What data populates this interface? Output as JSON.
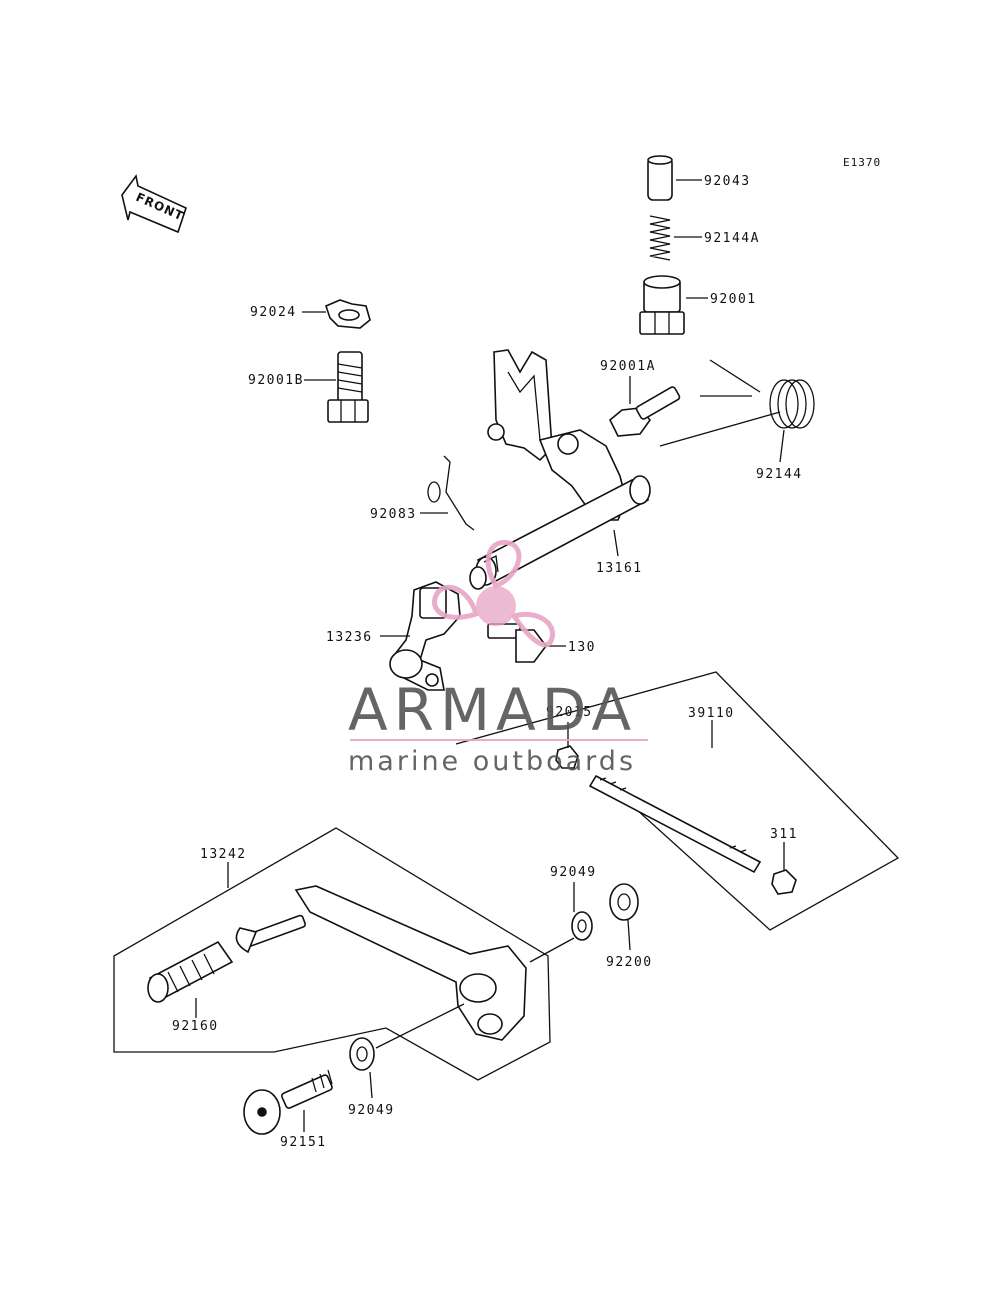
{
  "diagram": {
    "code": "E1370",
    "direction_label": "FRONT",
    "parts": {
      "p92043": "92043",
      "p92144A": "92144A",
      "p92001": "92001",
      "p92024": "92024",
      "p92001B": "92001B",
      "p92001A": "92001A",
      "p92144": "92144",
      "p92083": "92083",
      "p13161": "13161",
      "p13236": "13236",
      "p130": "130",
      "p92015": "92015",
      "p39110": "39110",
      "p311": "311",
      "p13242": "13242",
      "p92049a": "92049",
      "p92200": "92200",
      "p92160": "92160",
      "p92049b": "92049",
      "p92151": "92151"
    }
  },
  "watermark": {
    "brand": "ARMADA",
    "tagline": "marine outboards",
    "accent_color": "#e8a6c6",
    "text_color": "#555555",
    "logo_icon": "propeller-icon"
  }
}
